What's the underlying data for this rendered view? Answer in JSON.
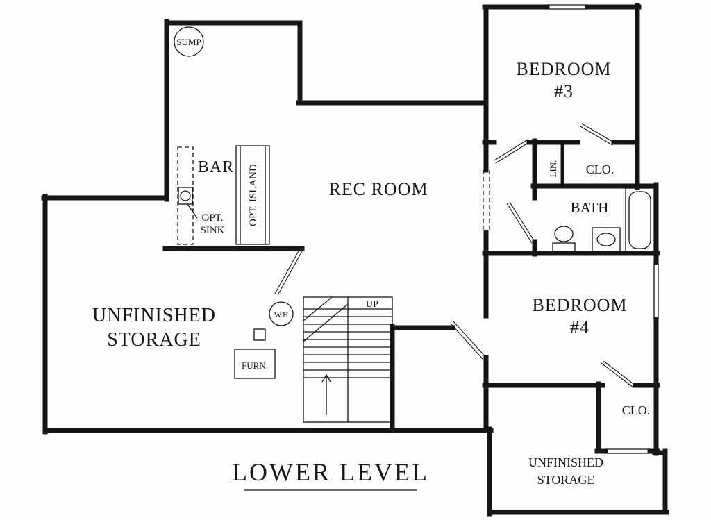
{
  "title": {
    "text": "LOWER LEVEL"
  },
  "rooms": {
    "rec": "REC ROOM",
    "bedroom3": [
      "BEDROOM",
      "#3"
    ],
    "bedroom4": [
      "BEDROOM",
      "#4"
    ],
    "bath": "BATH",
    "lin": "LIN.",
    "clo_upper": "CLO.",
    "clo_lower": "CLO.",
    "storage_left": [
      "UNFINISHED",
      "STORAGE"
    ],
    "storage_right": [
      "UNFINISHED",
      "STORAGE"
    ],
    "bar": "BAR"
  },
  "fixtures": {
    "sump": "SUMP",
    "water_heater": "W.H",
    "furnace": "FURN.",
    "opt_island": "OPT. ISLAND",
    "opt_sink": [
      "OPT.",
      "SINK"
    ],
    "stairs_up": "UP"
  },
  "colors": {
    "wall": "#161616",
    "background": "#fdfdfc",
    "text": "#161616"
  }
}
